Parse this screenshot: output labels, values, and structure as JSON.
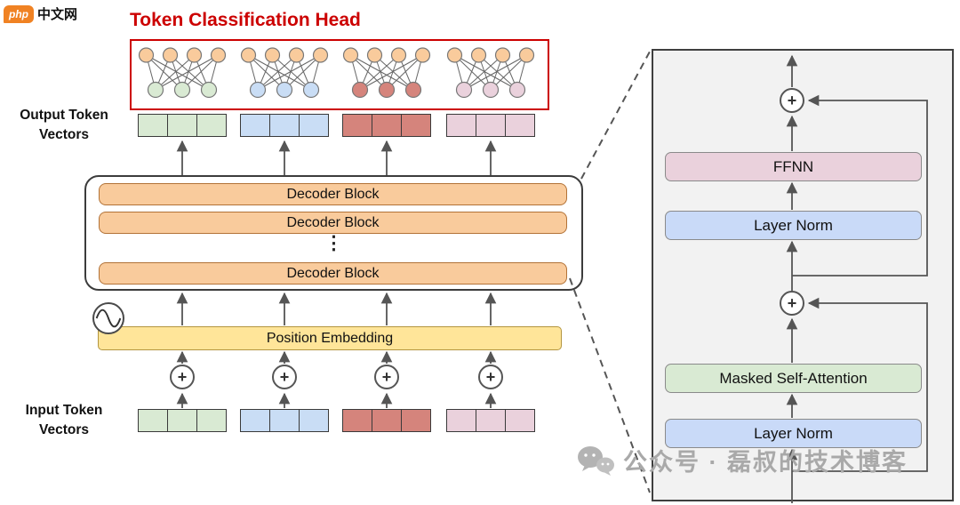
{
  "logo": {
    "badge": "php",
    "brand": "中文网"
  },
  "title": "Token Classification Head",
  "left": {
    "output_label": "Output Token Vectors",
    "input_label": "Input Token Vectors",
    "decoder_blocks": [
      "Decoder Block",
      "Decoder Block",
      "Decoder Block"
    ],
    "ellipsis": "⋮",
    "position_embedding": "Position Embedding"
  },
  "detail": {
    "ffnn": "FFNN",
    "layer_norm_upper": "Layer Norm",
    "masked_self_attention": "Masked Self-Attention",
    "layer_norm_lower": "Layer Norm"
  },
  "symbols": {
    "plus": "+"
  },
  "watermark": "公众号 · 磊叔的技术博客",
  "colors": {
    "token_green": "#d9ead3",
    "token_blue": "#c9ddf5",
    "token_red": "#d5847c",
    "token_pink": "#ead1dc",
    "node_orange": "#f9cb9c",
    "decoder_orange": "#f9cb9c",
    "decoder_border": "#b27237",
    "posembed_yellow": "#ffe599",
    "posembed_border": "#b3953f",
    "ffnn_pink": "#ead1dc",
    "layernorm_blue": "#c9daf8",
    "attention_green": "#d9ead3",
    "box_bg": "#f2f2f2",
    "title_red": "#cc0000",
    "logo_orange": "#f08223",
    "watermark_gray": "#a9a9a9",
    "arrow_gray": "#555555"
  }
}
